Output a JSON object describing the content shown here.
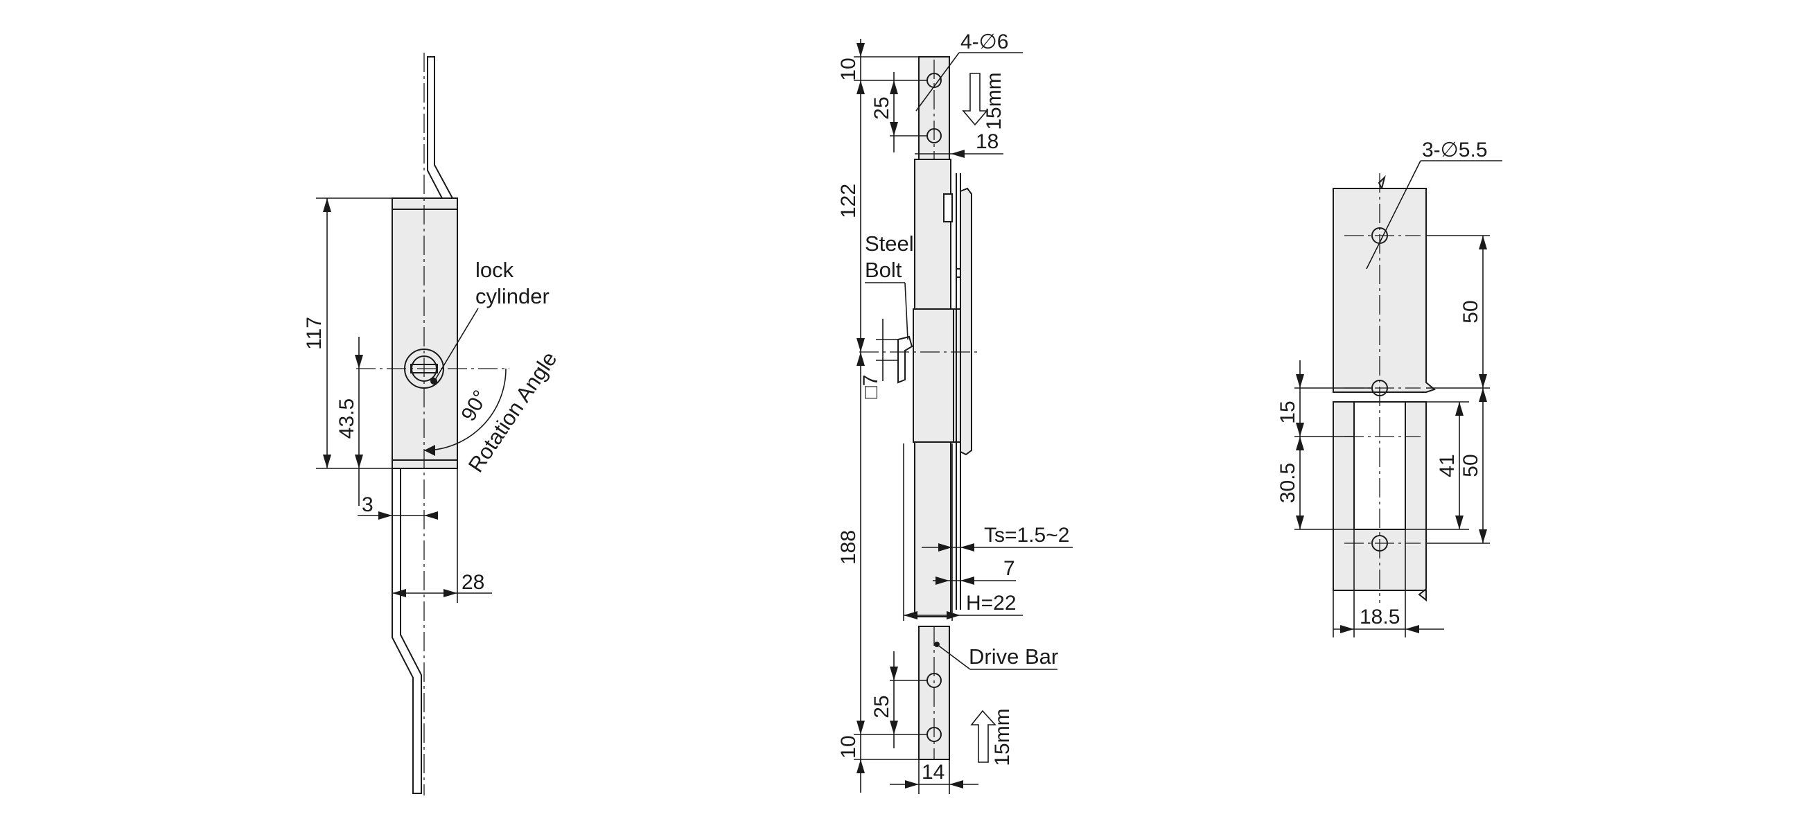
{
  "front_view": {
    "height_117": "117",
    "center_43_5": "43.5",
    "offset_3": "3",
    "width_28": "28",
    "lock_cylinder_label_1": "lock",
    "lock_cylinder_label_2": "cylinder",
    "angle_90": "90°",
    "rotation_label": "Rotation Angle"
  },
  "side_view": {
    "top_10": "10",
    "top_25": "25",
    "holes_label": "4-∅6",
    "travel_top": "15mm",
    "width_18": "18",
    "upper_122": "122",
    "steel_bolt_1": "Steel",
    "steel_bolt_2": "Bolt",
    "square_7": "□7",
    "lower_188": "188",
    "ts_label": "Ts=1.5~2",
    "dim_7": "7",
    "h_label": "H=22",
    "drive_bar_label": "Drive Bar",
    "bottom_25": "25",
    "bottom_10": "10",
    "width_14": "14",
    "travel_bottom": "15mm"
  },
  "cutout_view": {
    "holes_label": "3-∅5.5",
    "dim_50_top": "50",
    "dim_15": "15",
    "dim_30_5": "30.5",
    "dim_41": "41",
    "dim_50_bottom": "50",
    "width_18_5": "18.5"
  }
}
